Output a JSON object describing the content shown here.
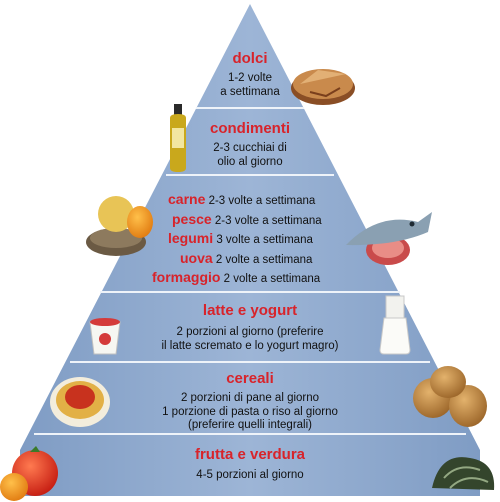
{
  "pyramid": {
    "colors": {
      "fill": "#8ea9cc",
      "fill_light": "#a8bfdc",
      "band_line": "#eef3f9",
      "title": "#d8232a"
    },
    "tiers": [
      {
        "id": "dolci",
        "title": "dolci",
        "lines": [
          "1-2 volte",
          "a settimana"
        ],
        "icon": "pie-icon"
      },
      {
        "id": "condimenti",
        "title": "condimenti",
        "lines": [
          "2-3 cucchiai di",
          "olio al giorno"
        ],
        "icon": "oil-bottle-icon"
      },
      {
        "id": "proteine",
        "rows": [
          {
            "name": "carne",
            "freq": "2-3 volte a settimana"
          },
          {
            "name": "pesce",
            "freq": "2-3 volte a settimana"
          },
          {
            "name": "legumi",
            "freq": "3 volte a settimana"
          },
          {
            "name": "uova",
            "freq": "2 volte a settimana"
          },
          {
            "name": "formaggio",
            "freq": "2 volte a settimana"
          }
        ],
        "icons": [
          "legumes-egg-icon",
          "fish-meat-icon"
        ]
      },
      {
        "id": "latte",
        "title": "latte e yogurt",
        "lines": [
          "2 porzioni al giorno (preferire",
          "il latte scremato e lo yogurt magro)"
        ],
        "icons": [
          "yogurt-cup-icon",
          "milk-bottle-icon"
        ]
      },
      {
        "id": "cereali",
        "title": "cereali",
        "lines": [
          "2 porzioni di pane al giorno",
          "1 porzione di pasta o riso al giorno",
          "(preferire quelli integrali)"
        ],
        "icons": [
          "pasta-plate-icon",
          "bread-rolls-icon"
        ]
      },
      {
        "id": "frutta",
        "title": "frutta e verdura",
        "lines": [
          "4-5 porzioni al giorno"
        ],
        "icons": [
          "fruit-icon",
          "vegetables-icon"
        ]
      }
    ]
  }
}
